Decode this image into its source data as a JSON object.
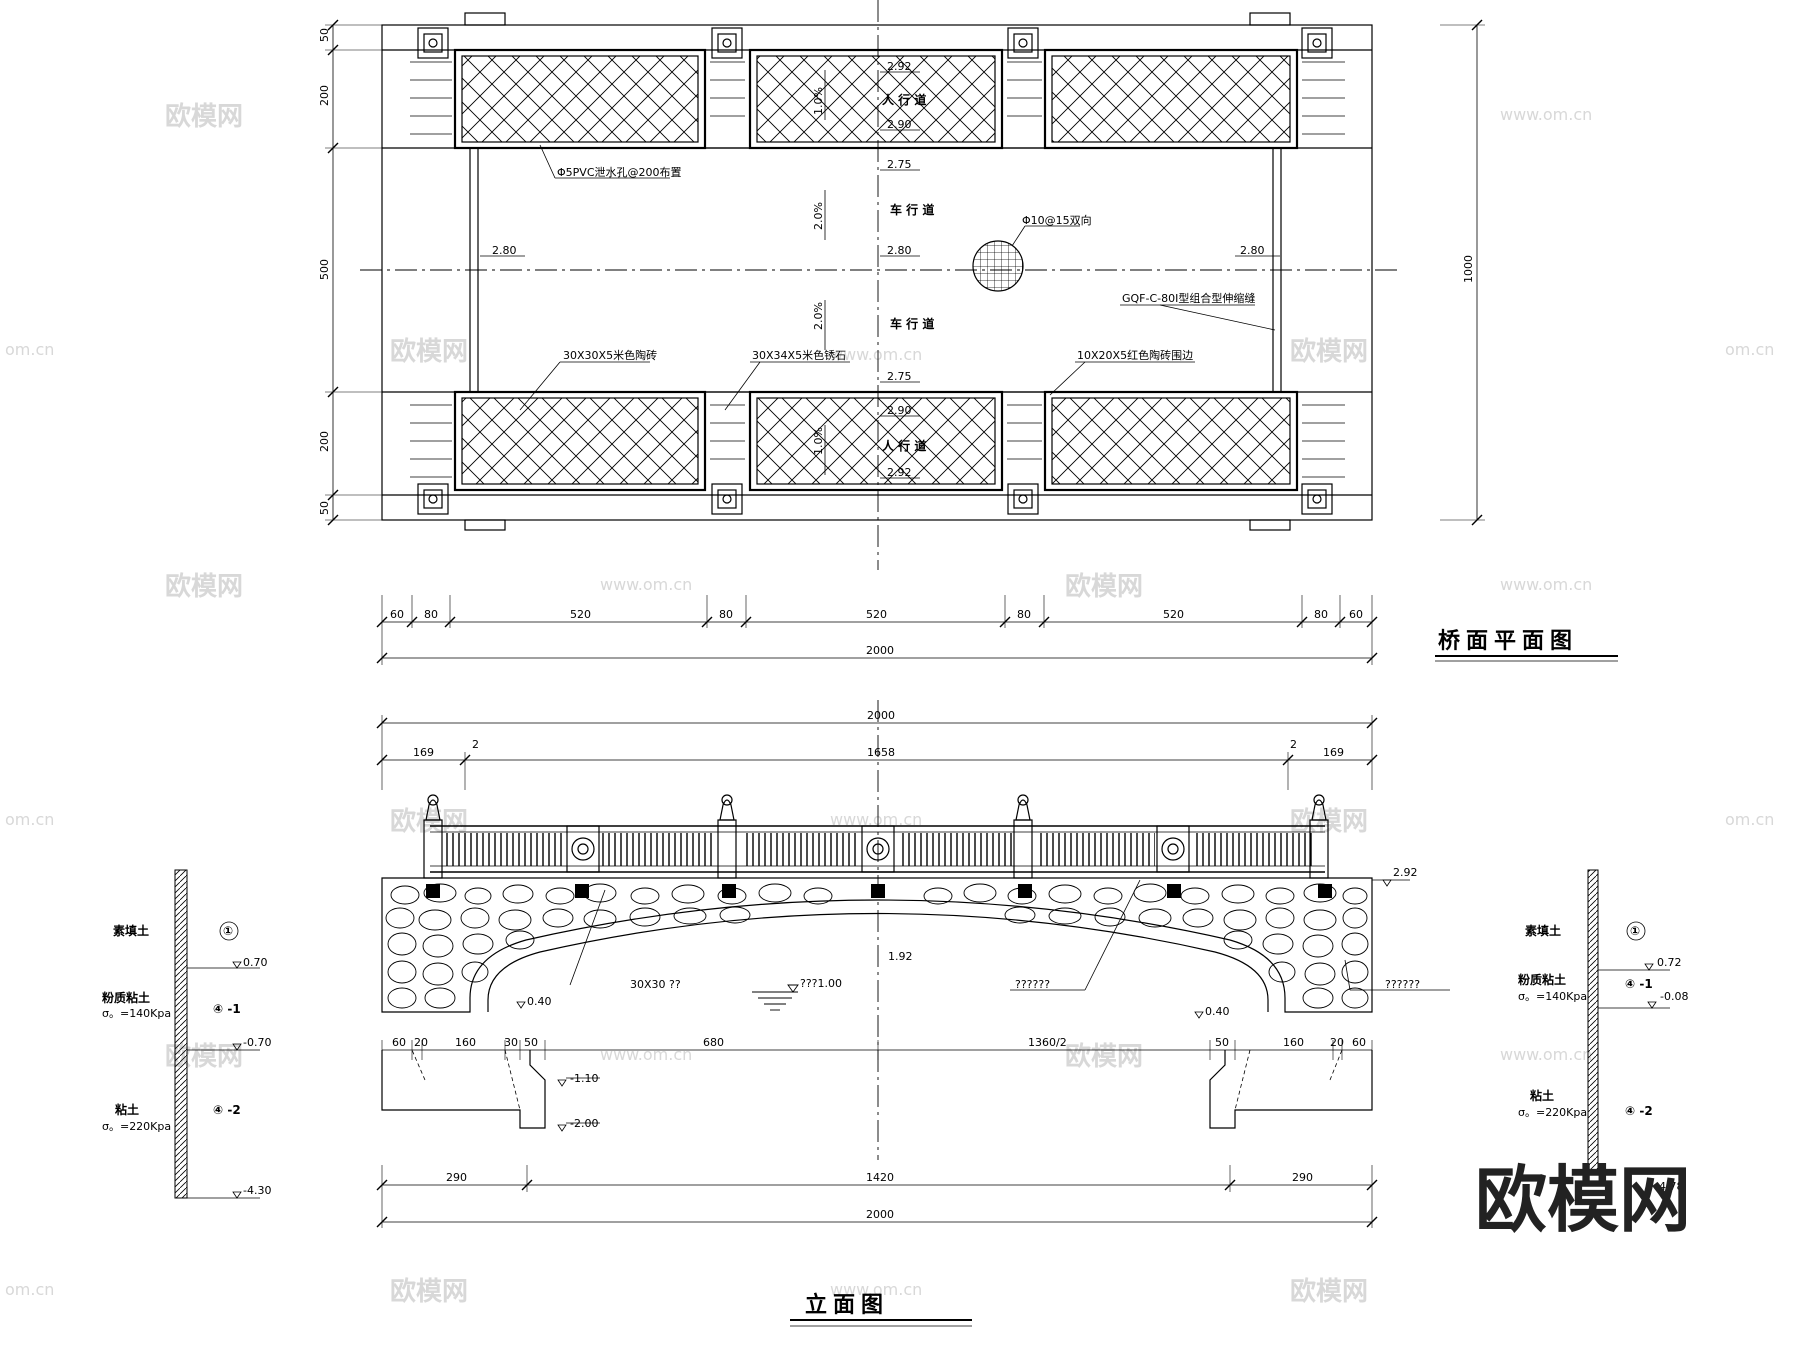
{
  "titles": {
    "plan": "桥面平面图",
    "elevation": "立面图"
  },
  "plan": {
    "sidewalk_top": "人 行 道",
    "sidewalk_bottom": "人 行 道",
    "roadway_upper": "车 行 道",
    "roadway_lower": "车 行 道",
    "drain_note": "Φ5PVC泄水孔@200布置",
    "rebar_note": "Φ10@15双向",
    "joint_note": "GQF-C-80Ⅰ型组合型伸缩缝",
    "tile_a": "30X30X5米色陶砖",
    "tile_b": "30X34X5米色锈石",
    "tile_c": "10X20X5红色陶砖围边",
    "slope_sidewalk": "1.0%",
    "slope_road": "2.0%",
    "lv_292_top": "2.92",
    "lv_290_top": "2.90",
    "lv_275_top": "2.75",
    "lv_280_left": "2.80",
    "lv_280_mid": "2.80",
    "lv_280_right": "2.80",
    "lv_275_bot": "2.75",
    "lv_290_bot": "2.90",
    "lv_292_bot": "2.92",
    "dims_left": [
      "50",
      "200",
      "500",
      "200",
      "50"
    ],
    "dim_right": "1000",
    "dims_bottom": [
      "60",
      "80",
      "520",
      "80",
      "520",
      "80",
      "520",
      "80",
      "60"
    ],
    "dim_total": "2000"
  },
  "elevation": {
    "dim_total_top": "2000",
    "dim_169_left": "169",
    "dim_2_left": "2",
    "dim_1658": "1658",
    "dim_2_right": "2",
    "dim_169_right": "169",
    "lv_top_right": "2.92",
    "lv_crown": "1.92",
    "lv_water": "???1.00",
    "lv_spring_left": "0.40",
    "lv_spring_right": "0.40",
    "lv_found_1": "-1.10",
    "lv_found_2": "-2.00",
    "note_30x30": "30X30 ??",
    "note_mid": "??????",
    "note_right": "??????",
    "dims_base_left": [
      "60",
      "20",
      "160",
      "30",
      "50"
    ],
    "dim_680": "680",
    "dim_1360_2": "1360/2",
    "dims_base_right": [
      "50",
      "160",
      "20",
      "60"
    ],
    "dims_bottom": [
      "290",
      "1420",
      "290"
    ],
    "dim_total_bottom": "2000"
  },
  "soil_left": {
    "layer1_name": "素填土",
    "layer1_no": "①",
    "lv1": "0.70",
    "layer2_name": "粉质粘土",
    "layer2_cap": "σ。=140Kpa",
    "layer2_no": "④ -1",
    "lv2": "-0.70",
    "layer3_name": "粘土",
    "layer3_cap": "σ。=220Kpa",
    "layer3_no": "④ -2",
    "lv3": "-4.30"
  },
  "soil_right": {
    "layer1_name": "素填土",
    "layer1_no": "①",
    "lv1": "0.72",
    "layer2_name": "粉质粘土",
    "layer2_cap": "σ。=140Kpa",
    "layer2_no": "④ -1",
    "lv2": "-0.08",
    "layer3_name": "粘土",
    "layer3_cap": "σ。=220Kpa",
    "layer3_no": "④ -2",
    "lv3": "-4.78"
  },
  "watermark": {
    "cn": "欧模网",
    "url": "www.om.cn",
    "url_short": "om.cn",
    "logo": "欧模网"
  }
}
